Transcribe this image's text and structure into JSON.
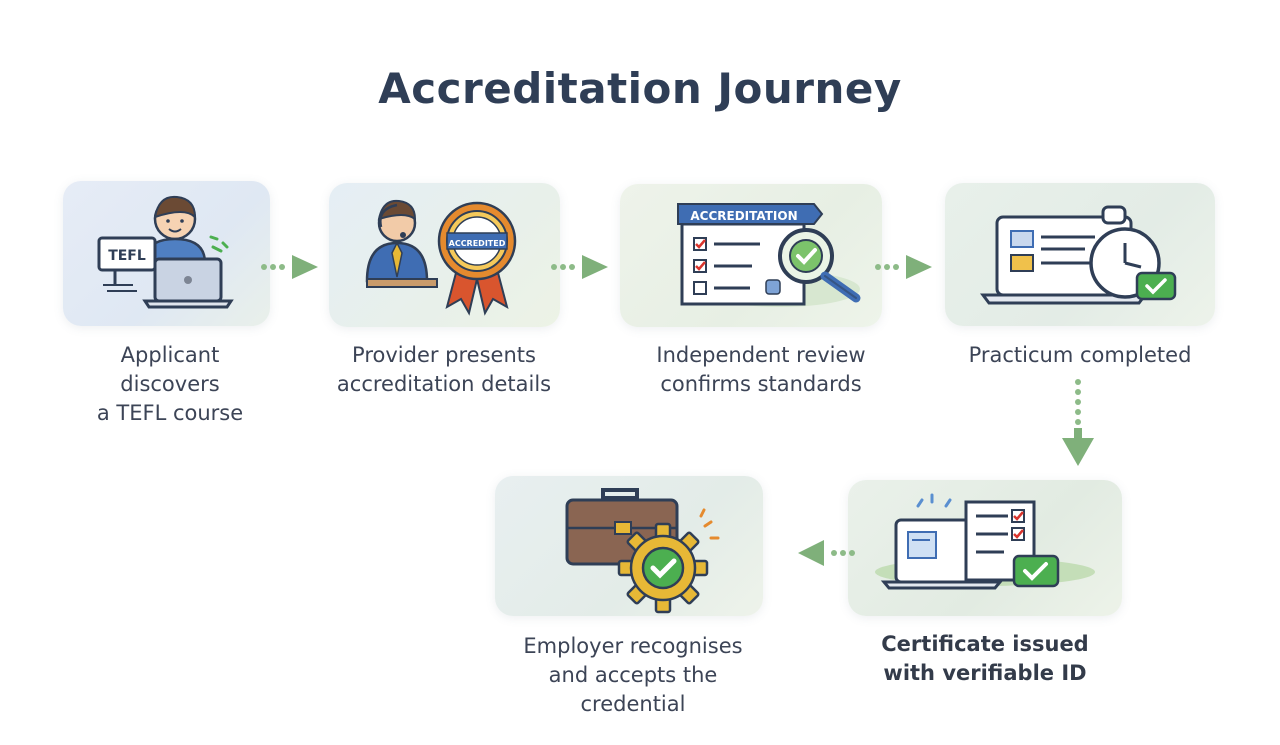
{
  "title": "Accreditation Journey",
  "steps": [
    {
      "label": "Applicant\ndiscovers\na TEFL course",
      "icon": "applicant-laptop-icon",
      "badge_text": "TEFL"
    },
    {
      "label": "Provider presents\naccreditation details",
      "icon": "provider-presenter-icon",
      "badge_text": "ACCREDITED"
    },
    {
      "label": "Independent review\nconfirms standards",
      "icon": "checklist-magnifier-icon",
      "badge_text": "ACCREDITATION"
    },
    {
      "label": "Practicum completed",
      "icon": "laptop-clock-icon"
    },
    {
      "label": "Certificate issued\nwith verifiable ID",
      "icon": "certificate-laptop-icon"
    },
    {
      "label": "Employer recognises\nand accepts the\ncredential",
      "icon": "briefcase-gear-icon"
    }
  ],
  "colors": {
    "title": "#2f3e56",
    "arrow": "#7fb07a",
    "check": "#4caf50",
    "accent_blue": "#3f6db3",
    "gold": "#e7b836"
  }
}
